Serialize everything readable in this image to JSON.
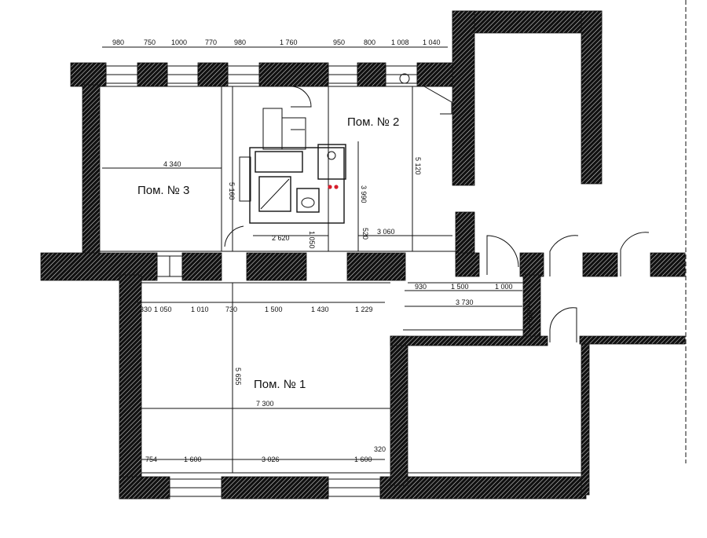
{
  "rooms": {
    "room1": "Пом. № 1",
    "room2": "Пом. № 2",
    "room3": "Пом. № 3"
  },
  "dims": {
    "top": [
      "980",
      "750",
      "1000",
      "770",
      "980",
      "1 760",
      "950",
      "800",
      "1 008",
      "1 040"
    ],
    "room3_width": "4 340",
    "room3_height": "5 160",
    "room2_height": "5 120",
    "wc_height": "3 990",
    "wc_width": "2 620",
    "small_a": "1 050",
    "small_b": "520",
    "room2_width": "3 060",
    "corridor": [
      "930",
      "1 500",
      "1 000"
    ],
    "corridor_total": "3 730",
    "corridor_height": "1 200",
    "room1_top": [
      "330",
      "1 050",
      "1 010",
      "730",
      "1 500",
      "1 430",
      "1 229"
    ],
    "room1_height": "5 655",
    "room1_width": "7 300",
    "room1_bottom": [
      "754",
      "1 600",
      "3 026",
      "1 600"
    ],
    "room1_corner": "320"
  },
  "colors": {
    "wall": "#111111",
    "background": "#ffffff",
    "marker": "#d61f2c"
  }
}
